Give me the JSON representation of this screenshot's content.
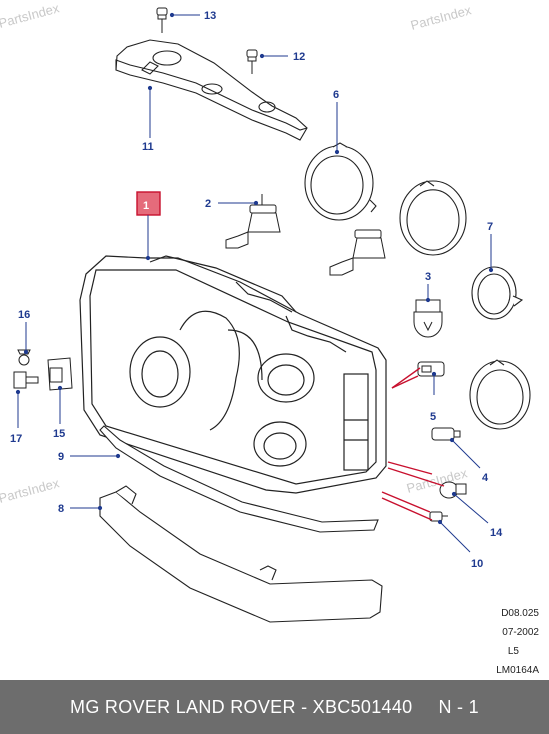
{
  "colors": {
    "callout": "#1f3a8f",
    "leader": "#1f3a8f",
    "highlight": "#c8102e",
    "highlight_fill": "#e56b7b",
    "footer_bg": "#6d6d6d"
  },
  "watermark": "PartsIndex",
  "callouts": {
    "c1": "1",
    "c2": "2",
    "c3": "3",
    "c4": "4",
    "c5": "5",
    "c6": "6",
    "c7": "7",
    "c8": "8",
    "c9": "9",
    "c10": "10",
    "c11": "11",
    "c12": "12",
    "c13": "13",
    "c14": "14",
    "c15": "15",
    "c16": "16",
    "c17": "17"
  },
  "drawing_meta": {
    "ref": "D08.025",
    "date": "07-2002",
    "level": "L5",
    "code": "LM0164A"
  },
  "footer": {
    "text": "MG ROVER LAND ROVER - XBC501440",
    "page": "N - 1"
  }
}
